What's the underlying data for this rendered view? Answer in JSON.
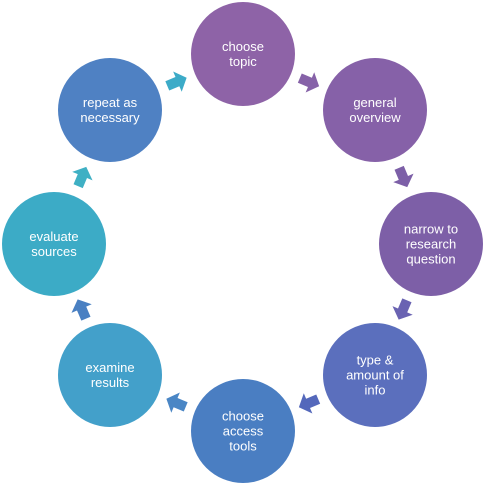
{
  "diagram": {
    "nodes": [
      {
        "id": "choose-topic",
        "lines": [
          "choose",
          "topic"
        ],
        "color": "#8e63a7"
      },
      {
        "id": "general-overview",
        "lines": [
          "general",
          "overview"
        ],
        "color": "#8661a8"
      },
      {
        "id": "narrow-to-research-question",
        "lines": [
          "narrow to",
          "research",
          "question"
        ],
        "color": "#7d5fa7"
      },
      {
        "id": "type-amount-of-info",
        "lines": [
          "type &",
          "amount of",
          "info"
        ],
        "color": "#5b6fbd"
      },
      {
        "id": "choose-access-tools",
        "lines": [
          "choose",
          "access",
          "tools"
        ],
        "color": "#4a7ec2"
      },
      {
        "id": "examine-results",
        "lines": [
          "examine",
          "results"
        ],
        "color": "#43a0ca"
      },
      {
        "id": "evaluate-sources",
        "lines": [
          "evaluate",
          "sources"
        ],
        "color": "#3cabc6"
      },
      {
        "id": "repeat-as-necessary",
        "lines": [
          "repeat  as",
          "necessary"
        ],
        "color": "#4f81c3"
      }
    ],
    "arrows": [
      {
        "from": "choose-topic",
        "to": "general-overview",
        "color": "#8662a8"
      },
      {
        "from": "general-overview",
        "to": "narrow-to-research-question",
        "color": "#7c5fa7"
      },
      {
        "from": "narrow-to-research-question",
        "to": "type-amount-of-info",
        "color": "#6a63b2"
      },
      {
        "from": "type-amount-of-info",
        "to": "choose-access-tools",
        "color": "#5468bb"
      },
      {
        "from": "choose-access-tools",
        "to": "examine-results",
        "color": "#4a86c5"
      },
      {
        "from": "examine-results",
        "to": "evaluate-sources",
        "color": "#4a80c2"
      },
      {
        "from": "evaluate-sources",
        "to": "repeat-as-necessary",
        "color": "#3fb0c4"
      },
      {
        "from": "repeat-as-necessary",
        "to": "choose-topic",
        "color": "#3cabc8"
      }
    ]
  }
}
